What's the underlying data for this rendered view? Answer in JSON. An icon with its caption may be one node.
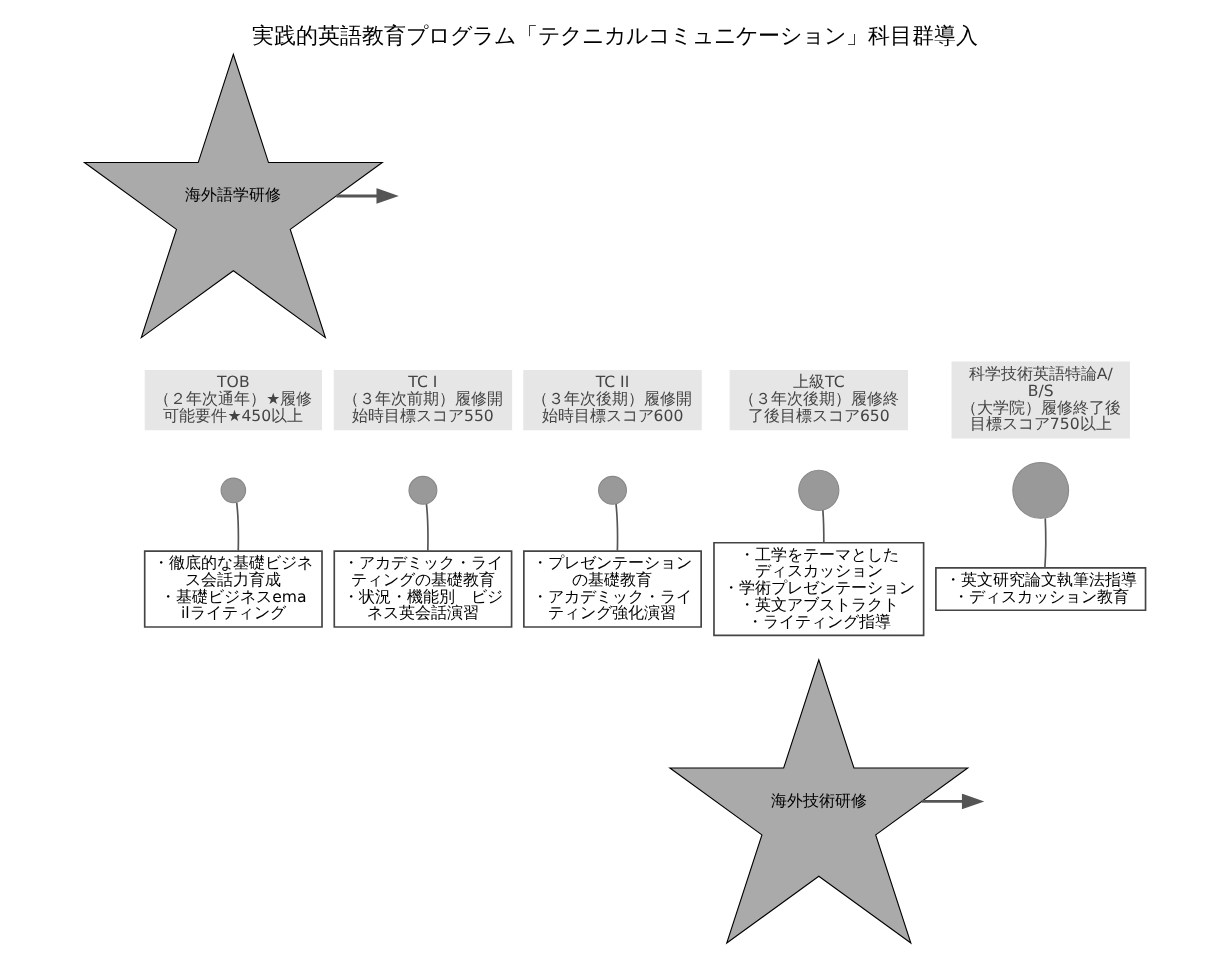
{
  "diagram": {
    "title": "実践的英語教育プログラム「テクニカルコミュニケーション」科目群導入",
    "nodes": [
      {
        "text": [
          "TOB",
          "（２年次通年）★履修可能要件★450以上"
        ]
      },
      {
        "text": [],
        "shape": "circle"
      },
      {
        "text": [
          "・徹底的な基礎ビジネス会話力育成",
          "・基礎ビジネスemailライティング"
        ]
      },
      {
        "text": [
          "TC I",
          "（３年次前期）履修開始時目標スコア550"
        ]
      },
      {
        "text": [],
        "shape": "circle"
      },
      {
        "text": [
          "・アカデミック・ライティングの基礎教育",
          "・状況・機能別　ビジネス英会話演習"
        ]
      },
      {
        "text": [
          "TC II",
          "（３年次後期）履修開始時目標スコア600"
        ]
      },
      {
        "text": [],
        "shape": "circle"
      },
      {
        "text": [
          "・プレゼンテーションの基礎教育",
          "・アカデミック・ライティング強化演習"
        ]
      },
      {
        "text": [
          "上級TC",
          "（３年次後期）履修終了後目標スコア650"
        ]
      },
      {
        "text": [],
        "shape": "circle"
      },
      {
        "text": [
          "・工学をテーマとしたディスカッション",
          "・学術プレゼンテーション",
          "・英文アブストラクト・ライティング指導"
        ]
      },
      {
        "text": [
          "科学技術英語特論A/B/S",
          "（大学院）履修終了後目標スコア750以上"
        ]
      },
      {
        "text": [],
        "shape": "circle"
      },
      {
        "text": [
          "・英文研究論文執筆法指導",
          "・ディスカッション教育"
        ]
      },
      {
        "text": [
          "海外語学研修"
        ]
      },
      {
        "text": [
          "海外技術研修"
        ]
      }
    ],
    "edges": [
      {
        "from": 1,
        "to": 2,
        "arrow": "none"
      },
      {
        "from": 4,
        "to": 5,
        "arrow": "none"
      },
      {
        "from": 7,
        "to": 8,
        "arrow": "none"
      },
      {
        "from": 10,
        "to": 11,
        "arrow": "none"
      },
      {
        "from": 13,
        "to": 14,
        "arrow": "none"
      },
      {
        "from": 15,
        "to": null,
        "arrow": "to"
      },
      {
        "from": 16,
        "to": null,
        "arrow": "to"
      }
    ]
  }
}
